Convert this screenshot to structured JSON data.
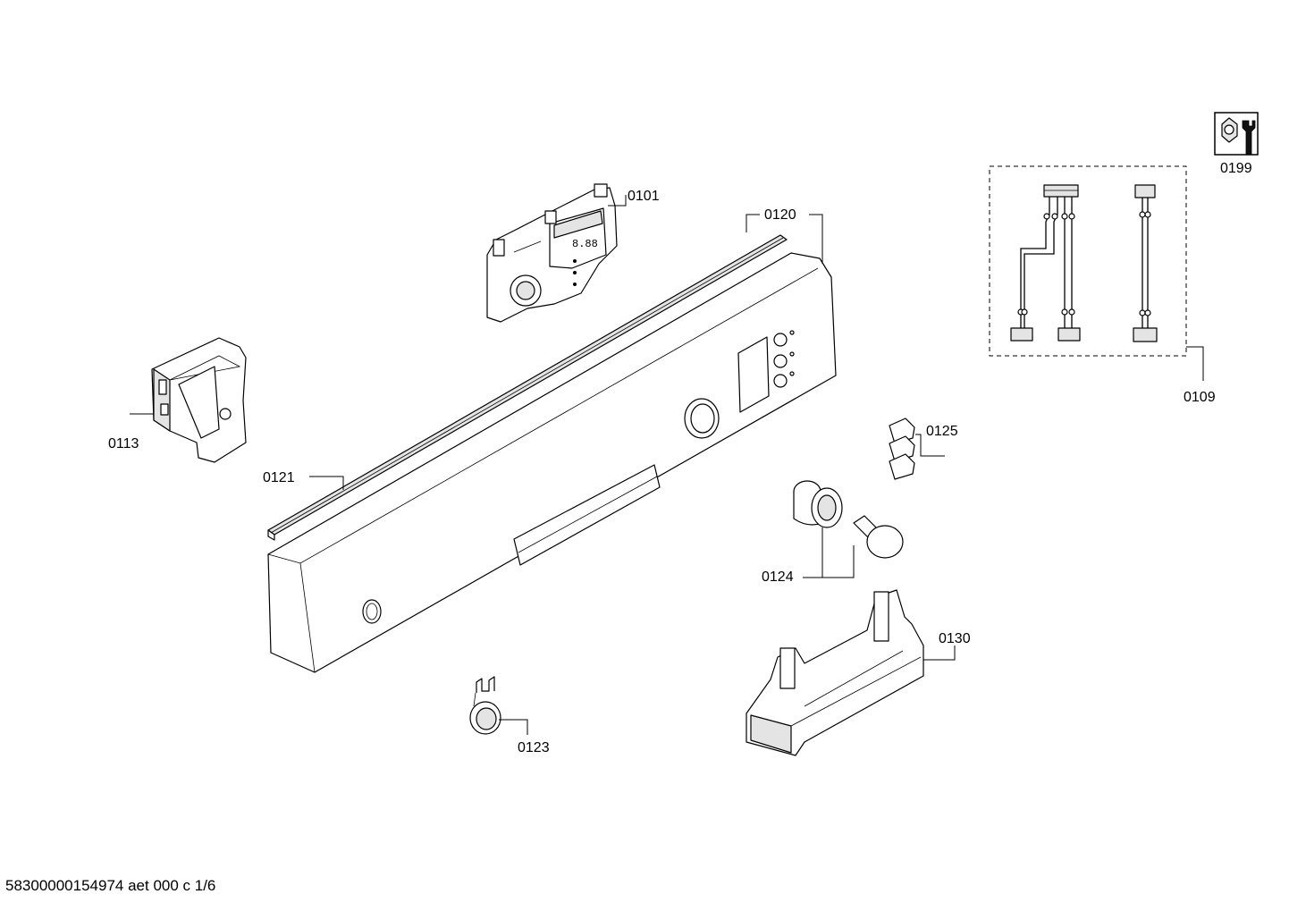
{
  "labels": {
    "p0101": "0101",
    "p0109": "0109",
    "p0113": "0113",
    "p0120": "0120",
    "p0121": "0121",
    "p0123": "0123",
    "p0124": "0124",
    "p0125": "0125",
    "p0130": "0130",
    "p0199": "0199"
  },
  "footer": {
    "doc_id": "58300000154974 aet 000 c 1/6"
  },
  "icons": {
    "service_tool": "wrench-nut-icon"
  }
}
